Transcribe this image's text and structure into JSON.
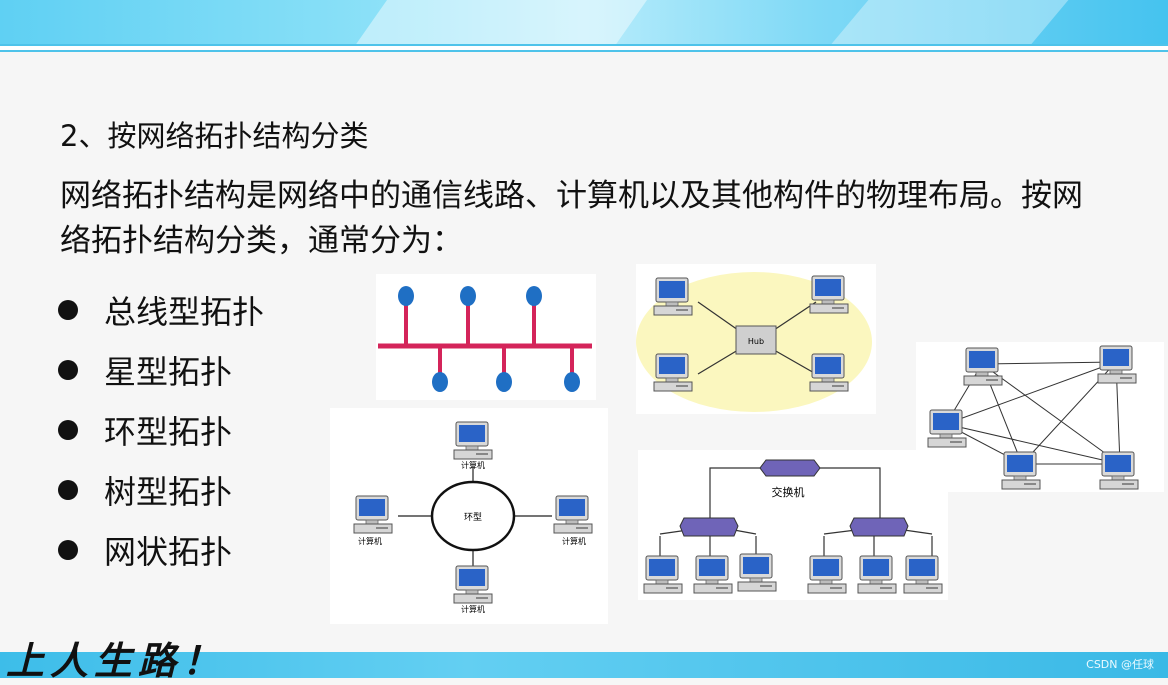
{
  "slide": {
    "heading": "2、按网络拓扑结构分类",
    "paragraph": "网络拓扑结构是网络中的通信线路、计算机以及其他构件的物理布局。按网络拓扑结构分类，通常分为：",
    "bullets": [
      "总线型拓扑",
      "星型拓扑",
      "环型拓扑",
      "树型拓扑",
      "网状拓扑"
    ],
    "slogan": "上人生路！",
    "watermark": "CSDN @任球"
  },
  "diagrams": {
    "star": {
      "hub_label": "Hub"
    },
    "ring": {
      "ring_label": "环型",
      "computer_label": "计算机"
    },
    "tree": {
      "switch_label": "交换机"
    }
  },
  "colors": {
    "banner": "#5fd0f3",
    "bus_line": "#d4245a",
    "bus_node": "#1f6fc4",
    "star_background": "#fbf7bf"
  }
}
